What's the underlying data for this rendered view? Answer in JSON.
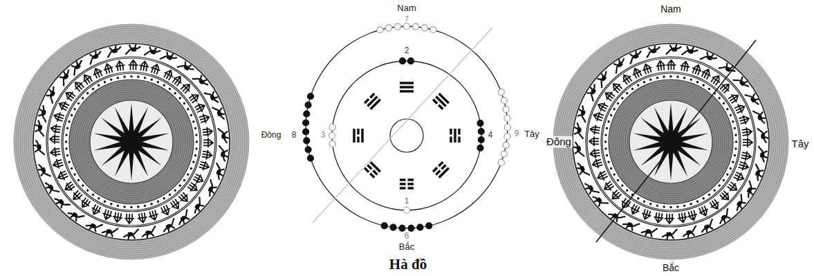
{
  "diagram": {
    "caption": "Hà đồ",
    "labels": [
      "Nam",
      "7",
      "2",
      "Đông",
      "8",
      "3",
      "4",
      "9",
      "Tây",
      "1",
      "6",
      "Bắc",
      "Nam",
      "Đông",
      "Tây",
      "Bắc"
    ]
  }
}
